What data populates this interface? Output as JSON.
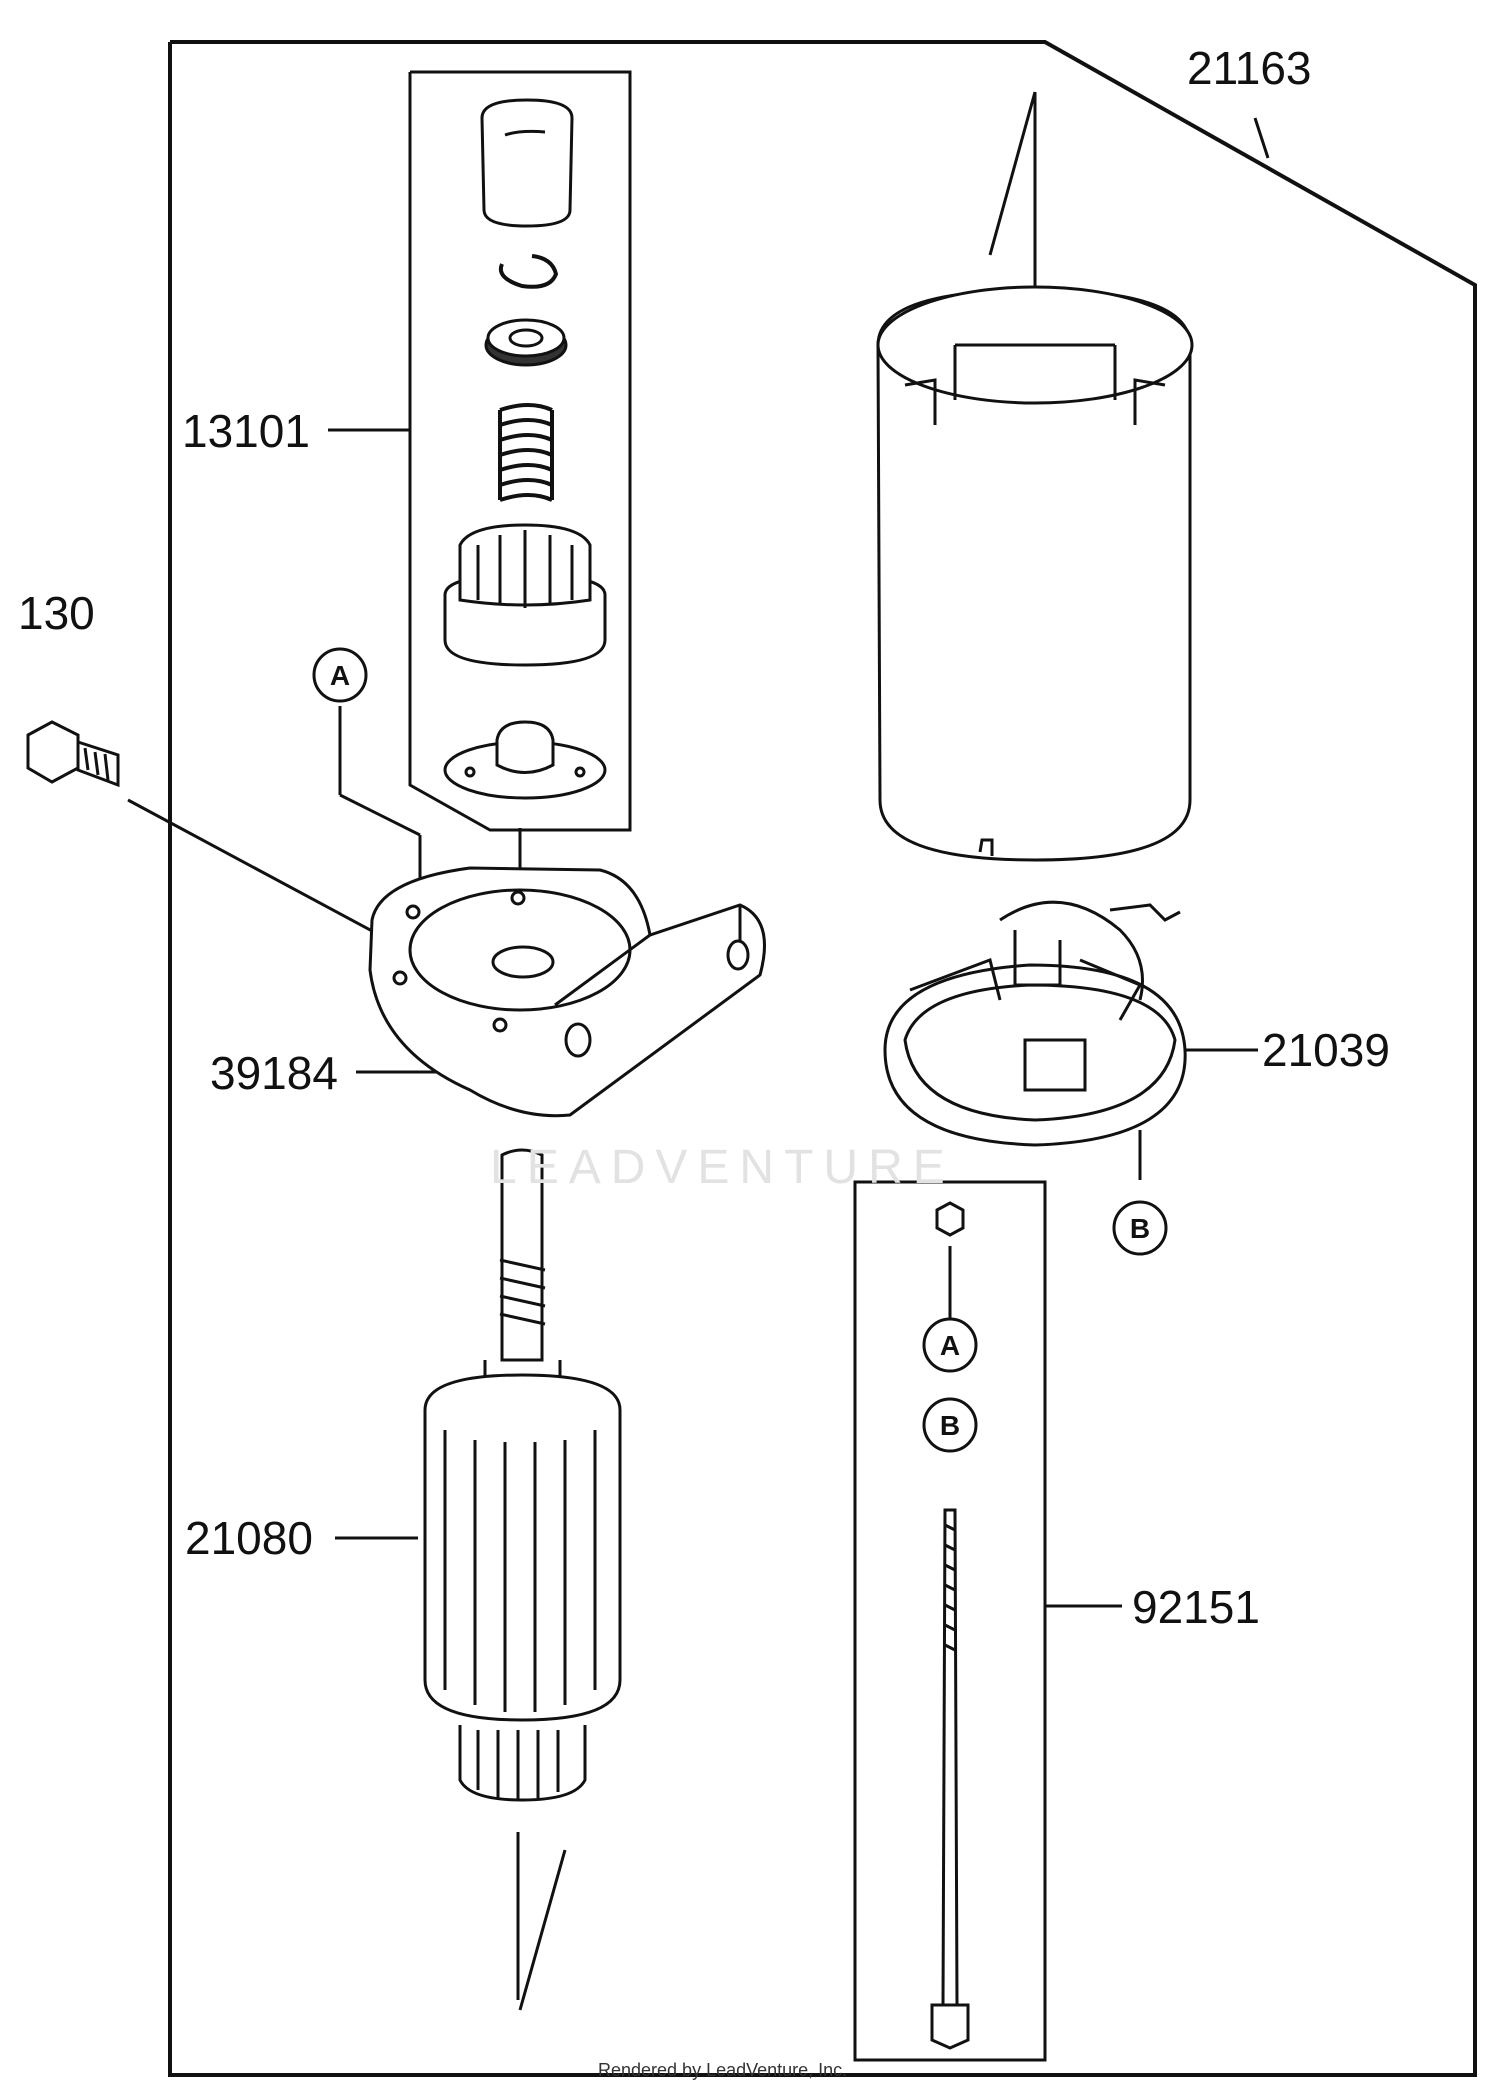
{
  "parts": {
    "p21163": "21163",
    "p13101": "13101",
    "p130": "130",
    "p39184": "39184",
    "p21039": "21039",
    "p21080": "21080",
    "p92151": "92151"
  },
  "refs": {
    "a": "A",
    "b": "B"
  },
  "watermark": "LEADVENTURE",
  "credit": "Rendered by LeadVenture, Inc."
}
